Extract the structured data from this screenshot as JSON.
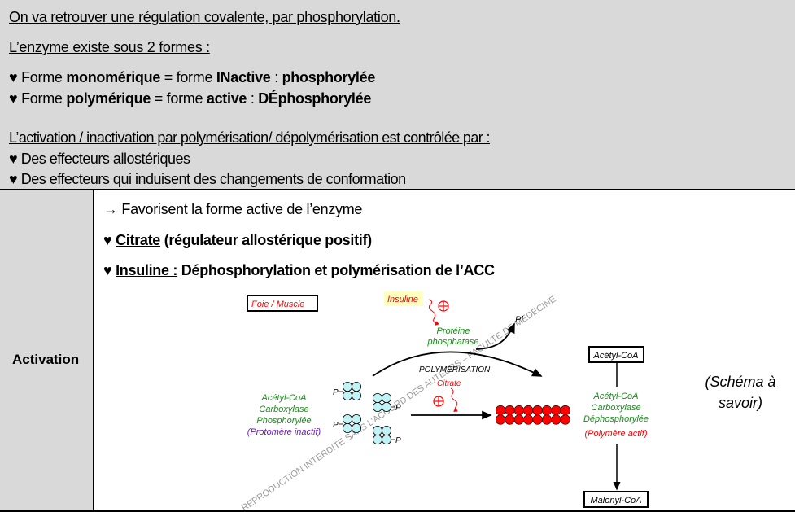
{
  "intro": {
    "line1": "On va retrouver une régulation covalente, par phosphorylation.",
    "line2": "L’enzyme existe sous 2 formes :",
    "forms": [
      {
        "bullet": "♥",
        "pre": "Forme ",
        "b1": "monomérique",
        "mid": " = forme ",
        "b2": "INactive",
        "sep": " : ",
        "b3": "phosphorylée"
      },
      {
        "bullet": "♥",
        "pre": "Forme ",
        "b1": "polymérique",
        "mid": " = forme ",
        "b2": "active",
        "sep": " : ",
        "b3": "DÉphosphorylée"
      }
    ],
    "control_heading": "L’activation / inactivation par polymérisation/ dépolymérisation est contrôlée par :",
    "controls": [
      {
        "bullet": "♥",
        "text": "Des effecteurs allostériques"
      },
      {
        "bullet": "♥",
        "text": "Des effecteurs qui induisent des changements de conformation"
      }
    ]
  },
  "table": {
    "row_label": "Activation",
    "arrow": "→",
    "line1": "Favorisent la forme active de l’enzyme",
    "items": [
      {
        "bullet": "♥",
        "underlined": "Citrate",
        "rest": " (régulateur allostérique positif)"
      },
      {
        "bullet": "♥",
        "underlined": "Insuline :",
        "rest": " Déphosphorylation et polymérisation de l’ACC"
      }
    ],
    "schema_note": "(Schéma à savoir)"
  },
  "diagram": {
    "tissue": "Foie / Muscle",
    "insulin": "Insuline",
    "plus": "⊕",
    "phosphatase": [
      "Protéine",
      "phosphatase"
    ],
    "pi": "Pi",
    "polymerisation": "POLYMÉRISATION",
    "citrate": "Citrate",
    "inactive": [
      "Acétyl-CoA",
      "Carboxylase",
      "Phosphorylée"
    ],
    "inactive_note": "(Protomère inactif)",
    "p_label": "P",
    "acetyl_coa": "Acétyl-CoA",
    "active": [
      "Acétyl-CoA",
      "Carboxylase",
      "Déphosphorylée"
    ],
    "active_note": "(Polymère actif)",
    "malonyl_coa": "Malonyl-CoA",
    "watermark": "REPRODUCTION INTERDITE SANS L’ACCORD DES AUTEURS – FACULTE DE MEDECINE",
    "colors": {
      "red": "#ff0000",
      "green": "#1a8a1a",
      "purple": "#6a1ab0",
      "cyan": "#bff3f5",
      "polymer": "#ff0000",
      "insulin_bg": "#ffffc0"
    }
  }
}
